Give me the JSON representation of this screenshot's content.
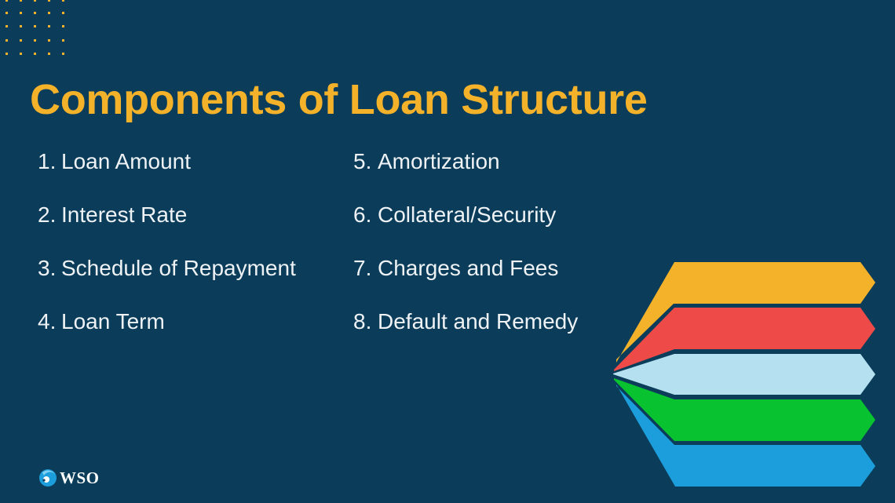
{
  "title": "Components of Loan Structure",
  "colors": {
    "background": "#0b3d5a",
    "title": "#f4b22a",
    "text": "#eef2f5",
    "dots": "#f4b22a",
    "bar_yellow": "#f4b22a",
    "bar_red": "#ee4b48",
    "bar_light_blue": "#b5e0f0",
    "bar_green": "#08c22f",
    "bar_blue": "#1b9edb"
  },
  "components_left": [
    {
      "num": "1.",
      "label": "Loan Amount"
    },
    {
      "num": "2.",
      "label": "Interest Rate"
    },
    {
      "num": "3.",
      "label": "Schedule of Repayment"
    },
    {
      "num": "4.",
      "label": "Loan Term"
    }
  ],
  "components_right": [
    {
      "num": "5.",
      "label": "Amortization"
    },
    {
      "num": "6.",
      "label": "Collateral/Security"
    },
    {
      "num": "7.",
      "label": "Charges and Fees"
    },
    {
      "num": "8.",
      "label": "Default and Remedy"
    }
  ],
  "decoration": {
    "dot_grid": {
      "cols": 5,
      "rows": 5
    },
    "arrow_bars": [
      "yellow",
      "red",
      "light-blue",
      "green",
      "blue"
    ]
  },
  "logo": {
    "text": "WSO",
    "icon": "wso-globe-icon"
  }
}
